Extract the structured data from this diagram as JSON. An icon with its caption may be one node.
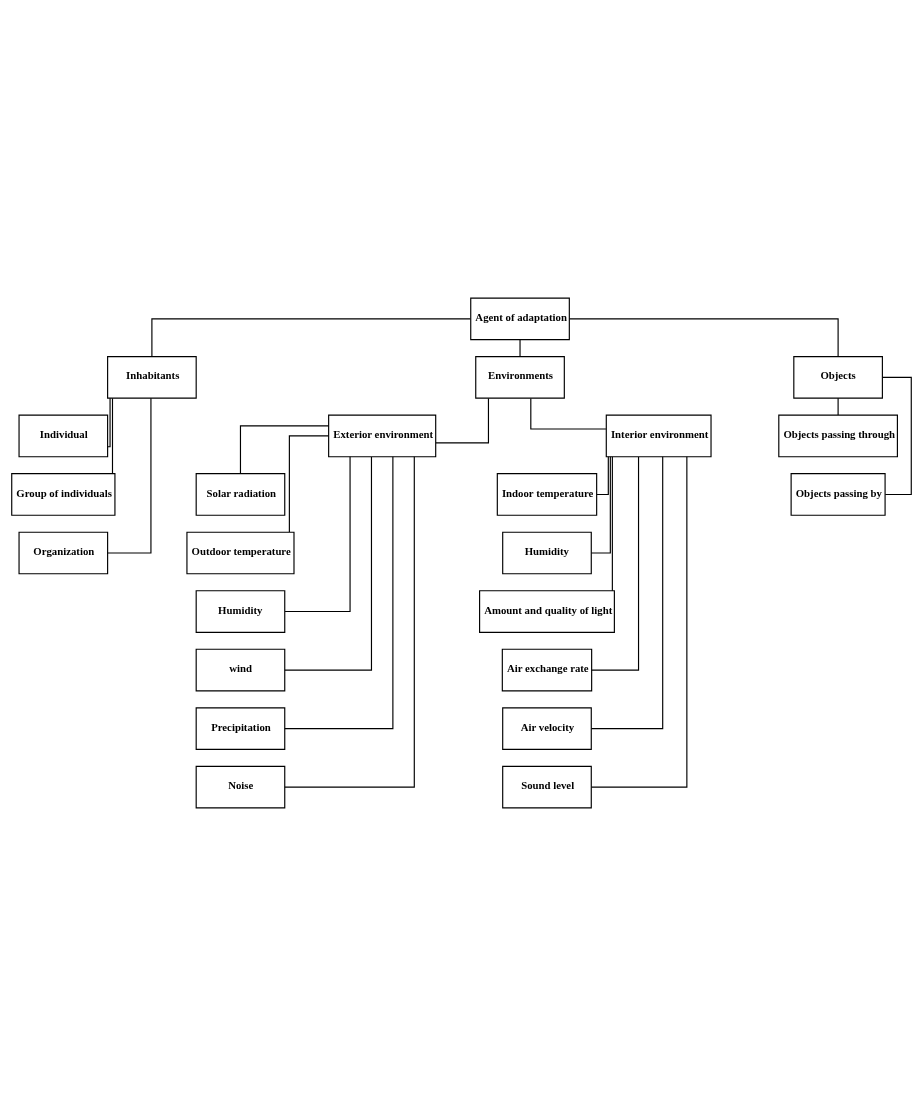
{
  "diagram": {
    "nodes": [
      {
        "text": [
          "Agent of adaptation"
        ]
      },
      {
        "text": [
          "Inhabitants"
        ]
      },
      {
        "text": [
          "Environments"
        ]
      },
      {
        "text": [
          "Objects"
        ]
      },
      {
        "text": [
          "Individual"
        ]
      },
      {
        "text": [
          "Group of individuals"
        ]
      },
      {
        "text": [
          "Organization"
        ]
      },
      {
        "text": [
          "Exterior environment"
        ]
      },
      {
        "text": [
          "Interior environment"
        ]
      },
      {
        "text": [
          "Solar radiation"
        ]
      },
      {
        "text": [
          "Outdoor temperature"
        ]
      },
      {
        "text": [
          "Humidity"
        ]
      },
      {
        "text": [
          "wind"
        ]
      },
      {
        "text": [
          "Precipitation"
        ]
      },
      {
        "text": [
          "Noise"
        ]
      },
      {
        "text": [
          "Indoor temperature"
        ]
      },
      {
        "text": [
          "Humidity"
        ]
      },
      {
        "text": [
          "Amount and quality of light"
        ]
      },
      {
        "text": [
          "Air exchange rate"
        ]
      },
      {
        "text": [
          "Air velocity"
        ]
      },
      {
        "text": [
          "Sound level"
        ]
      },
      {
        "text": [
          "Objects passing through"
        ]
      },
      {
        "text": [
          "Objects passing by"
        ]
      }
    ],
    "edges": [
      {
        "from": 0,
        "to": 1,
        "arrow": "none"
      },
      {
        "from": 0,
        "to": 2,
        "arrow": "none"
      },
      {
        "from": 0,
        "to": 3,
        "arrow": "none"
      },
      {
        "from": 1,
        "to": 4,
        "arrow": "none"
      },
      {
        "from": 1,
        "to": 5,
        "arrow": "none"
      },
      {
        "from": 1,
        "to": 6,
        "arrow": "none"
      },
      {
        "from": 2,
        "to": 7,
        "arrow": "none"
      },
      {
        "from": 2,
        "to": 8,
        "arrow": "none"
      },
      {
        "from": 7,
        "to": 9,
        "arrow": "none"
      },
      {
        "from": 7,
        "to": 10,
        "arrow": "none"
      },
      {
        "from": 7,
        "to": 11,
        "arrow": "none"
      },
      {
        "from": 7,
        "to": 12,
        "arrow": "none"
      },
      {
        "from": 7,
        "to": 13,
        "arrow": "none"
      },
      {
        "from": 7,
        "to": 14,
        "arrow": "none"
      },
      {
        "from": 8,
        "to": 15,
        "arrow": "none"
      },
      {
        "from": 8,
        "to": 16,
        "arrow": "none"
      },
      {
        "from": 8,
        "to": 17,
        "arrow": "none"
      },
      {
        "from": 8,
        "to": 18,
        "arrow": "none"
      },
      {
        "from": 8,
        "to": 19,
        "arrow": "none"
      },
      {
        "from": 8,
        "to": 20,
        "arrow": "none"
      },
      {
        "from": 3,
        "to": 21,
        "arrow": "none"
      },
      {
        "from": 3,
        "to": 22,
        "arrow": "none"
      }
    ]
  }
}
